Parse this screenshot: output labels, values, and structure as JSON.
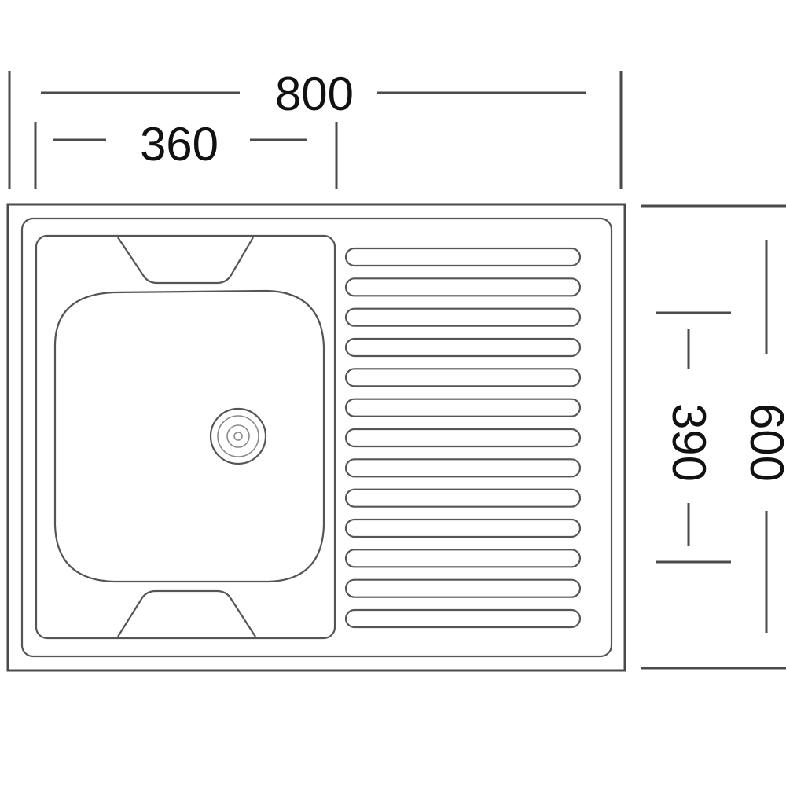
{
  "diagram": {
    "dimensions": {
      "overall_width": "800",
      "bowl_width": "360",
      "bowl_height": "390",
      "overall_depth": "600"
    },
    "drainboard_ribs": 13,
    "colors": {
      "line": "#4a4a4a",
      "text": "#111111",
      "background": "#ffffff"
    }
  }
}
